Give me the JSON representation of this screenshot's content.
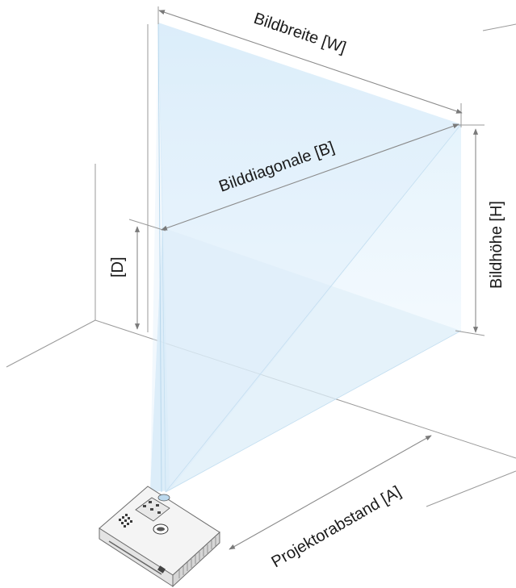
{
  "labels": {
    "width": "Bildbreite [W]",
    "diagonal": "Bilddiagonale [B]",
    "height": "Bildhöhe [H]",
    "offset": "[D]",
    "distance": "Projektorabstand [A]"
  },
  "colors": {
    "beam": "#cfe7f7",
    "screen": "#dbeef9",
    "lines": "#9a9a9a",
    "arrows": "#7a7a7a"
  }
}
